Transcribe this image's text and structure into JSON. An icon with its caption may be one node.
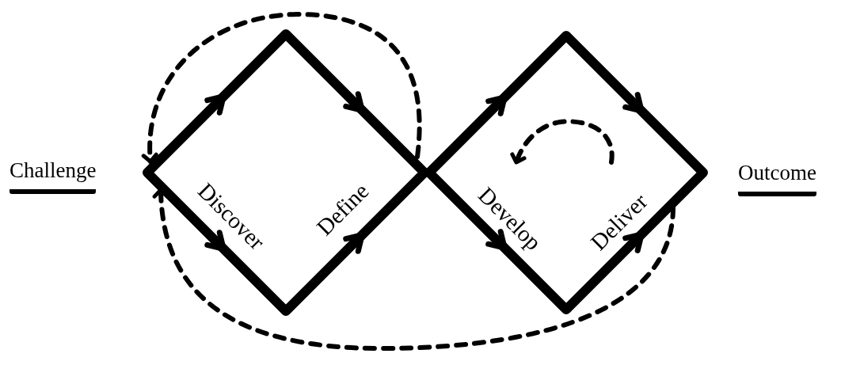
{
  "diagram": {
    "nodes": [
      {
        "text": [
          "Challenge"
        ]
      },
      {
        "text": [
          "Discover",
          "Define"
        ]
      },
      {
        "text": [
          "Develop",
          "Deliver"
        ]
      },
      {
        "text": [
          "Outcome"
        ]
      }
    ],
    "edges": [
      {
        "from": 1,
        "to": 1,
        "arrow": "to",
        "style": "dashed"
      },
      {
        "from": 2,
        "to": 2,
        "arrow": "to",
        "style": "dashed"
      },
      {
        "from": 2,
        "to": 1,
        "arrow": "to",
        "style": "dashed"
      }
    ]
  }
}
